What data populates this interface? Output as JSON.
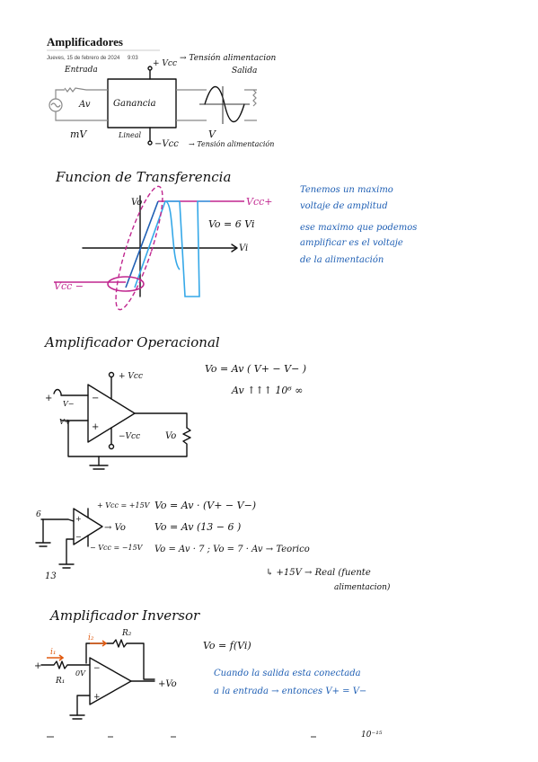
{
  "page": {
    "title": "Amplificadores",
    "date": "Jueves, 15 de febrero de 2024",
    "time": "9:03"
  },
  "sec1": {
    "plus_vcc": "+ Vcc",
    "arrow_tension_alim": "→ Tensión alimentacion",
    "entrada": "Entrada",
    "salida": "Salida",
    "av": "Av",
    "ganancia": "Ganancia",
    "mv": "mV",
    "lineal": "Lineal",
    "v": "V",
    "minus_vcc": "−Vcc",
    "arrow_tension_alim2": "→ Tensión alimentación"
  },
  "sec2": {
    "heading": "Funcion de Transferencia",
    "vo_axis": "Vo",
    "vi_axis": "Vi",
    "vcc_pos": "Vcc+",
    "vcc_neg": "Vcc −",
    "eq": "Vo = 6 Vi",
    "note_lines": [
      "Tenemos un maximo",
      "voltaje de amplitud",
      "ese maximo que podemos",
      "amplificar es el voltaje",
      "de la alimentación"
    ]
  },
  "sec3": {
    "heading": "Amplificador Operacional",
    "plus_vcc": "+ Vcc",
    "minus_vcc": "−Vcc",
    "v_minus": "V−",
    "v_plus": "V+",
    "plus": "+",
    "vo": "Vo",
    "eq1": "Vo = Av ( V+ − V− )",
    "eq2": "Av ↑↑↑ 10⁶  ∞"
  },
  "sec4": {
    "six": "6",
    "thirteen": "13",
    "vcc_label": "+ Vcc = +15V",
    "vee_label": "− Vcc = −15V",
    "vo": "→ Vo",
    "eq1": "Vo = Av · (V+ − V−)",
    "eq2": "Vo = Av (13 − 6 )",
    "eq3": "Vo = Av · 7   ;   Vo = 7 · Av  → Teorico",
    "eq4": "↳ +15V → Real (fuente",
    "eq5": "alimentacion)"
  },
  "sec5": {
    "heading": "Amplificador Inversor",
    "i1": "i₁",
    "i2": "i₂",
    "r2": "R₂",
    "r1": "R₁",
    "ov": "0V",
    "plus": "+",
    "vo": "+Vo",
    "eq": "Vo = f(Vi)",
    "note1": "Cuando la salida esta conectada",
    "note2": "a la entrada → entonces V+ = V−",
    "bottom_note": "10⁻¹⁵"
  }
}
